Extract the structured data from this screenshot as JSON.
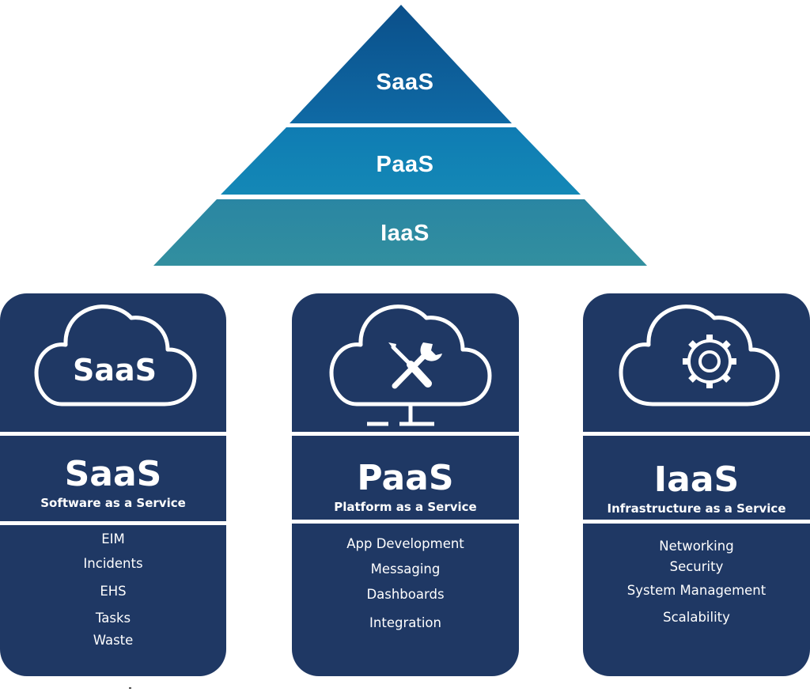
{
  "pyramid": {
    "tiers": [
      {
        "label": "SaaS",
        "color": "#0e5a93"
      },
      {
        "label": "PaaS",
        "color": "#1283b4"
      },
      {
        "label": "IaaS",
        "color": "#2f8da1"
      }
    ]
  },
  "cards": [
    {
      "icon": "cloud-saas-icon",
      "icon_text": "SaaS",
      "title": "SaaS",
      "subtitle": "Software as a Service",
      "items": [
        "EIM",
        "Incidents",
        "EHS",
        "Tasks",
        "Waste"
      ]
    },
    {
      "icon": "cloud-tools-icon",
      "title": "PaaS",
      "subtitle": "Platform as a Service",
      "items": [
        "App Development",
        "Messaging",
        "Dashboards",
        "Integration"
      ]
    },
    {
      "icon": "cloud-gear-icon",
      "title": "IaaS",
      "subtitle": "Infrastructure  as a Service",
      "items": [
        "Networking",
        "Security",
        "System Management",
        "Scalability"
      ]
    }
  ],
  "colors": {
    "card_bg": "#1f3864",
    "divider": "#ffffff"
  }
}
